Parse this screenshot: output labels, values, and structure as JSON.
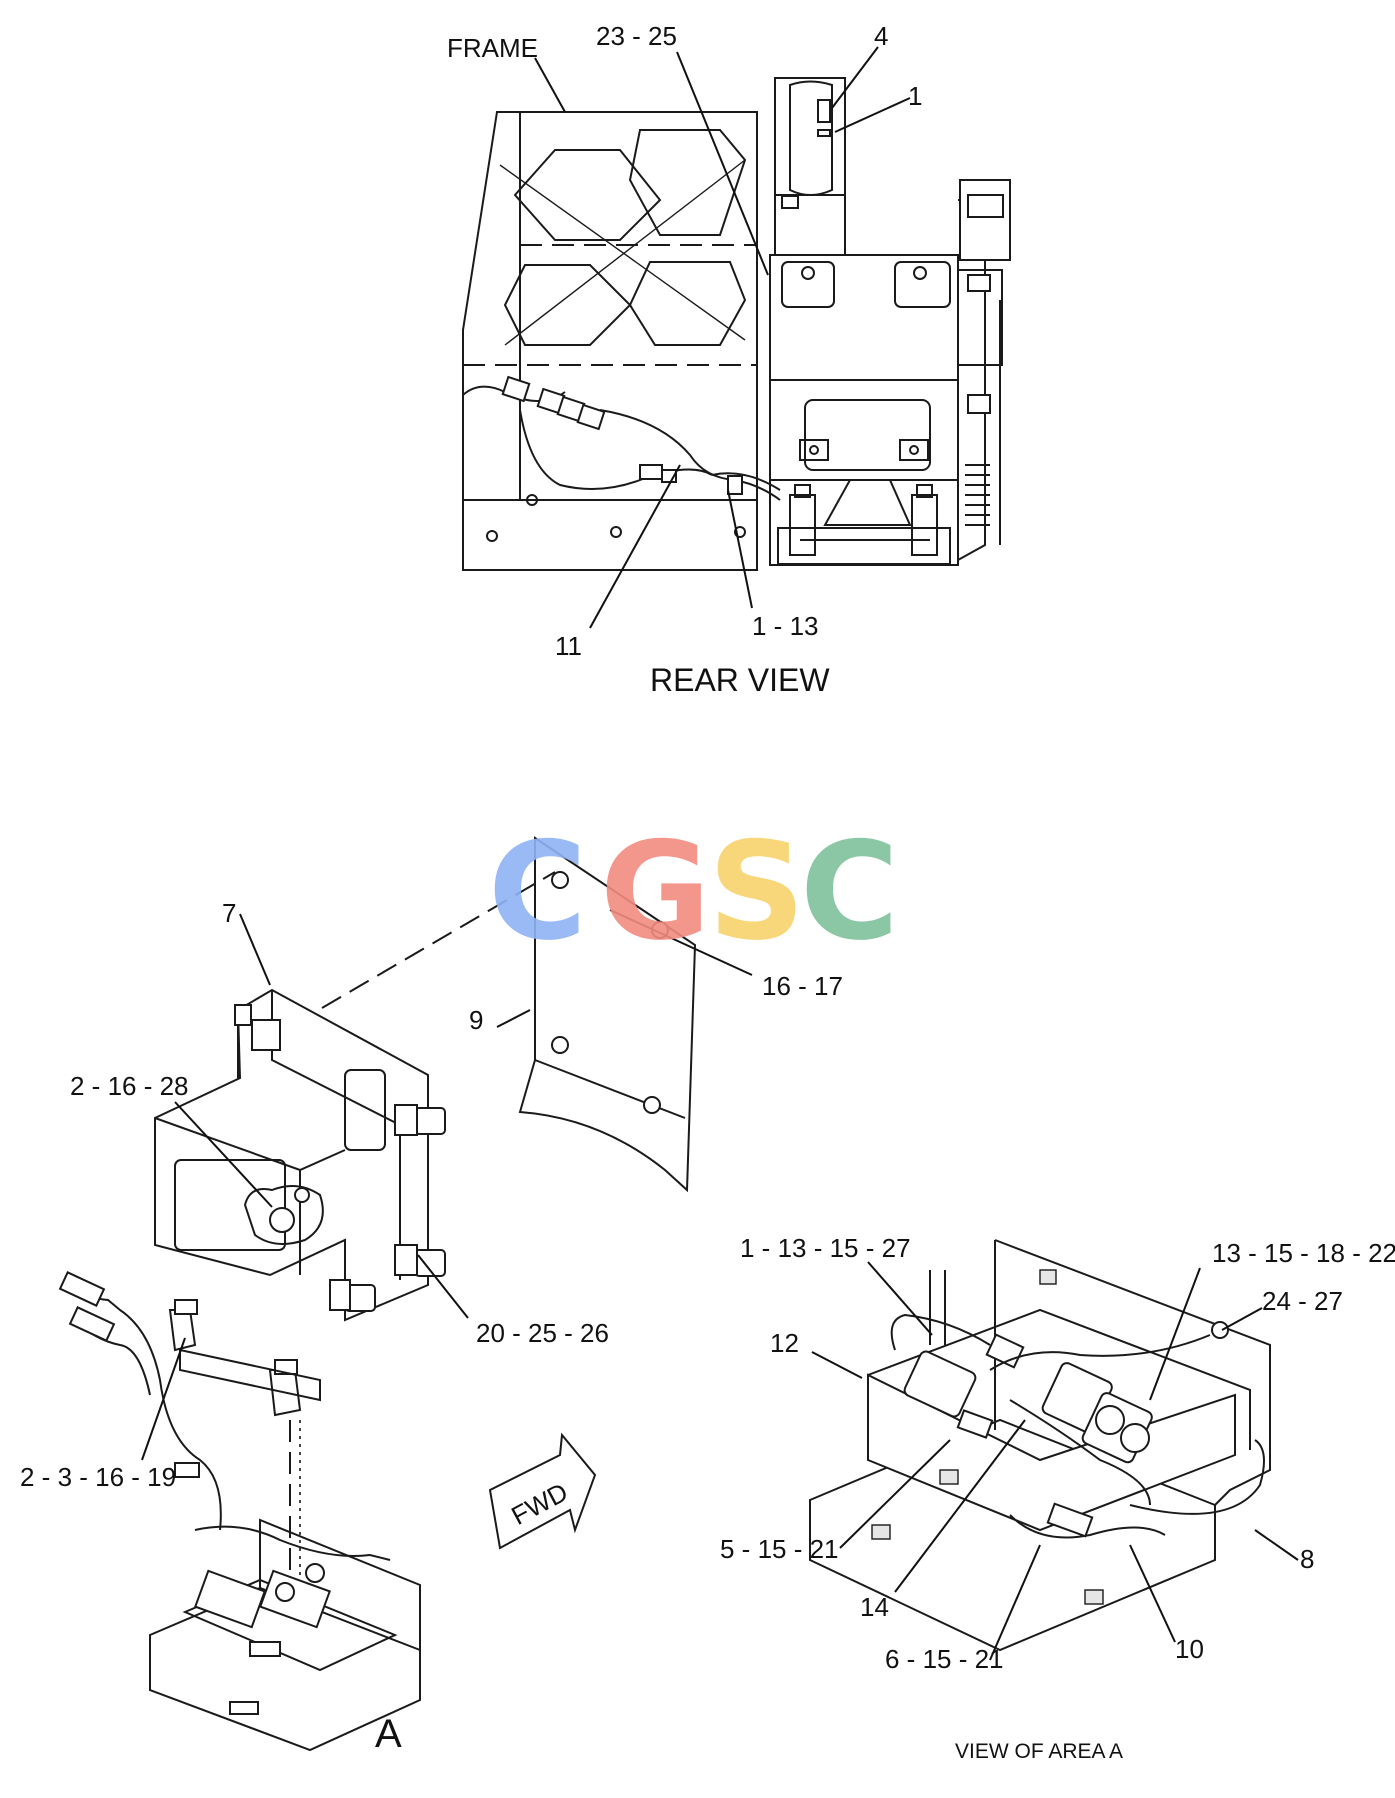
{
  "rear_view": {
    "caption": "REAR VIEW",
    "labels": {
      "frame": "FRAME",
      "l_23_25": "23 - 25",
      "l_4": "4",
      "l_1": "1",
      "l_11": "11",
      "l_1_13": "1 - 13"
    }
  },
  "main_view": {
    "labels": {
      "l_7": "7",
      "l_9": "9",
      "l_16_17": "16 - 17",
      "l_2_16_28": "2 - 16 - 28",
      "l_20_25_26": "20 - 25 - 26",
      "l_2_3_16_19": "2 - 3 - 16 - 19"
    },
    "fwd_arrow": "FWD",
    "area_marker": "A"
  },
  "area_a_view": {
    "caption": "VIEW OF AREA A",
    "labels": {
      "l_1_13_15_27": "1 - 13 - 15 - 27",
      "l_13_15_18_22": "13 - 15 - 18 - 22",
      "l_24_27": "24 - 27",
      "l_12": "12",
      "l_5_15_21": "5 - 15 - 21",
      "l_14": "14",
      "l_6_15_21": "6 - 15 - 21",
      "l_10": "10",
      "l_8": "8"
    }
  },
  "watermark": {
    "letters": [
      "C",
      "G",
      "S",
      "C"
    ],
    "colors": [
      "#8fb3f5",
      "#f28b80",
      "#f7d36b",
      "#7fc29b"
    ]
  }
}
